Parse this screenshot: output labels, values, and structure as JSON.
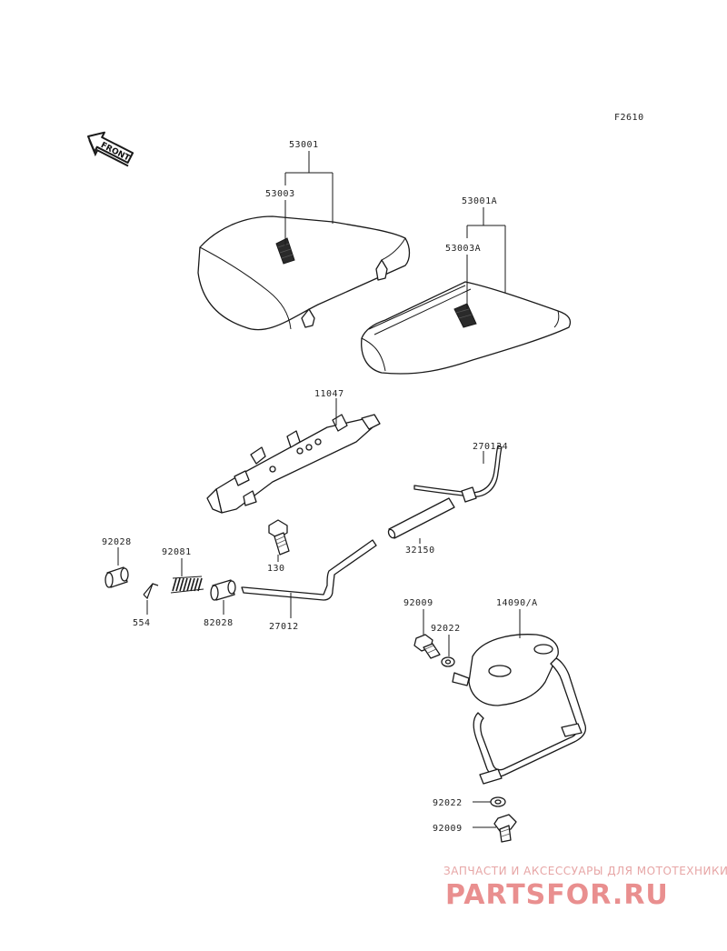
{
  "diagram": {
    "figure_code": "F2610",
    "front_label": "FRONT",
    "parts": {
      "p53001": "53001",
      "p53003": "53003",
      "p53001A": "53001A",
      "p53003A": "53003A",
      "p11047": "11047",
      "p270124": "270124",
      "p32150": "32150",
      "p130": "130",
      "p92028a": "92028",
      "p92081": "92081",
      "p554": "554",
      "p82028": "82028",
      "p27012": "27012",
      "p92009a": "92009",
      "p92022a": "92022",
      "p14090A": "14090/A",
      "p92022b": "92022",
      "p92009b": "92009"
    }
  },
  "watermark": {
    "tagline": "ЗАПЧАСТИ И АКСЕССУАРЫ ДЛЯ МОТОТЕХНИКИ",
    "brand": "PARTSFOR.RU",
    "color": "#e98f8f"
  }
}
